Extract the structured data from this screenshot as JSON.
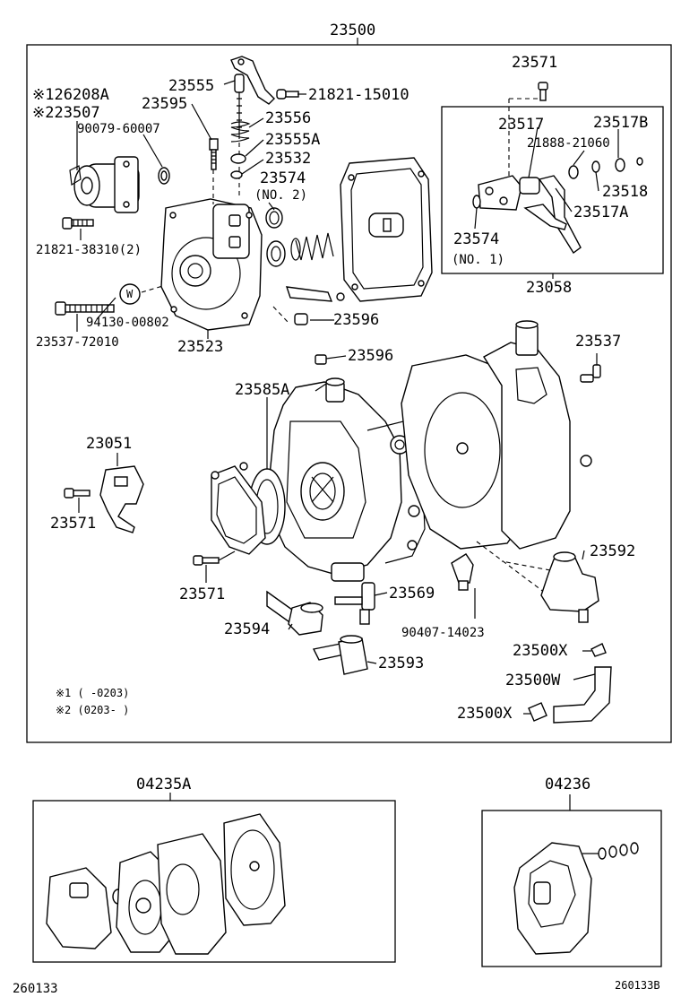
{
  "labels": {
    "assembly": "23500",
    "p23571_top": "23571",
    "p26208A": "※126208A",
    "p23507": "※223507",
    "p23555": "23555",
    "p23595": "23595",
    "p21821_15010": "21821-15010",
    "p23556": "23556",
    "p90079": "90079-60007",
    "p23555A": "23555A",
    "p23532": "23532",
    "p23574": "23574",
    "p23574_no2": "(NO. 2)",
    "p23517": "23517",
    "p23517B": "23517B",
    "p21888": "21888-21060",
    "p23518": "23518",
    "p23517A": "23517A",
    "p23574_sub": "23574",
    "p23574_no1": "(NO. 1)",
    "p23058": "23058",
    "p21821_38310": "21821-38310(2)",
    "p94130": "94130-00802",
    "p23537_72010": "23537-72010",
    "p23523": "23523",
    "p23596_a": "23596",
    "p23596_b": "23596",
    "p23537": "23537",
    "p23585A": "23585A",
    "p23051": "23051",
    "p23571_mid": "23571",
    "p23571_low": "23571",
    "p23592": "23592",
    "p23569": "23569",
    "p23594": "23594",
    "p90407": "90407-14023",
    "p23500X_a": "23500X",
    "p23593": "23593",
    "p23500W": "23500W",
    "p23500X_b": "23500X",
    "note1": "※1 (      -0203)",
    "note2": "※2 (0203-      )",
    "kit_left": "04235A",
    "kit_right": "04236",
    "ref_left": "260133",
    "ref_right": "260133B",
    "washer_w": "W"
  }
}
